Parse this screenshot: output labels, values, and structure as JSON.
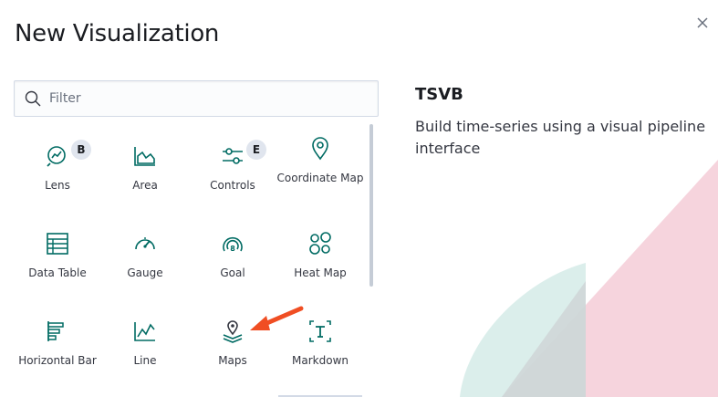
{
  "modal": {
    "title": "New Visualization"
  },
  "search": {
    "placeholder": "Filter",
    "value": ""
  },
  "tiles": [
    {
      "label": "Lens",
      "icon": "lens-icon",
      "badge": "B"
    },
    {
      "label": "Area",
      "icon": "area-chart-icon"
    },
    {
      "label": "Controls",
      "icon": "controls-icon",
      "badge": "E"
    },
    {
      "label": "Coordinate Map",
      "icon": "map-marker-icon"
    },
    {
      "label": "Data Table",
      "icon": "table-icon"
    },
    {
      "label": "Gauge",
      "icon": "gauge-icon"
    },
    {
      "label": "Goal",
      "icon": "goal-icon"
    },
    {
      "label": "Heat Map",
      "icon": "heatmap-icon"
    },
    {
      "label": "Horizontal Bar",
      "icon": "horizontal-bar-icon"
    },
    {
      "label": "Line",
      "icon": "line-chart-icon"
    },
    {
      "label": "Maps",
      "icon": "maps-icon"
    },
    {
      "label": "Markdown",
      "icon": "markdown-icon"
    }
  ],
  "description": {
    "title": "TSVB",
    "text": "Build time-series using a visual pipeline interface"
  },
  "colors": {
    "icon": "#006b63",
    "accent_pink": "#f3c6d2",
    "accent_teal": "#d5ebe8",
    "arrow": "#f04e23"
  }
}
